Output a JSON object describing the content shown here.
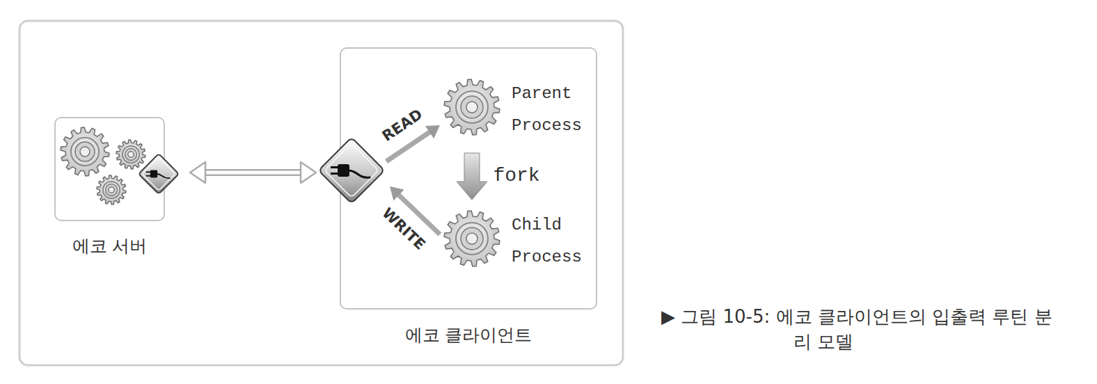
{
  "diagram": {
    "caption": "▶ 그림 10-5: 에코 클라이언트의 입출력 루틴 분리 모델",
    "nodes": [
      {
        "text": [
          "에코 서버"
        ]
      },
      {
        "text": [
          "에코 클라이언트"
        ]
      },
      {
        "text": [
          "Parent Process"
        ],
        "in": 1
      },
      {
        "text": [
          "Child Process"
        ],
        "in": 1
      }
    ],
    "edges": [
      {
        "from": 0,
        "to": 1,
        "arrow": "both"
      },
      {
        "from": 1,
        "to": 2,
        "label": "READ",
        "arrow": "to"
      },
      {
        "from": 2,
        "to": 3,
        "label": "fork",
        "arrow": "to"
      },
      {
        "from": 3,
        "to": 1,
        "label": "WRITE",
        "arrow": "to"
      }
    ]
  }
}
